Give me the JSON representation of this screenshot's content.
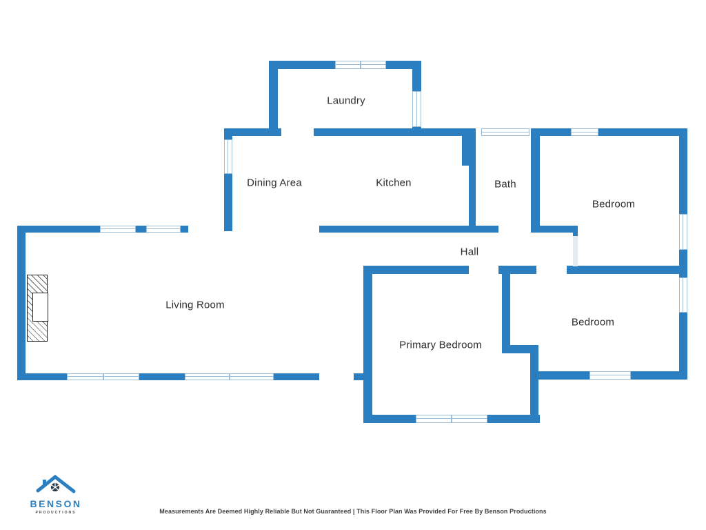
{
  "palette": {
    "wall": "#2b7fc1",
    "window_border": "#9dbcd6",
    "door": "#e2ebf4",
    "label": "#2e2e2e",
    "logo_blue": "#2b7fc1",
    "logo_icon_dark": "#30404c"
  },
  "rooms": [
    {
      "id": "laundry",
      "label": "Laundry"
    },
    {
      "id": "dining-area",
      "label": "Dining Area"
    },
    {
      "id": "kitchen",
      "label": "Kitchen"
    },
    {
      "id": "bath",
      "label": "Bath"
    },
    {
      "id": "bedroom-top",
      "label": "Bedroom"
    },
    {
      "id": "hall",
      "label": "Hall"
    },
    {
      "id": "living-room",
      "label": "Living Room"
    },
    {
      "id": "primary-bedroom",
      "label": "Primary Bedroom"
    },
    {
      "id": "bedroom-bottom",
      "label": "Bedroom"
    }
  ],
  "logo": {
    "brand": "BENSON",
    "subtitle": "PRODUCTIONS",
    "icon": "house-aperture-icon"
  },
  "footer": {
    "disclaimer": "Measurements Are Deemed Highly Reliable But Not Guaranteed  |  This Floor Plan Was Provided For Free By Benson Productions"
  }
}
